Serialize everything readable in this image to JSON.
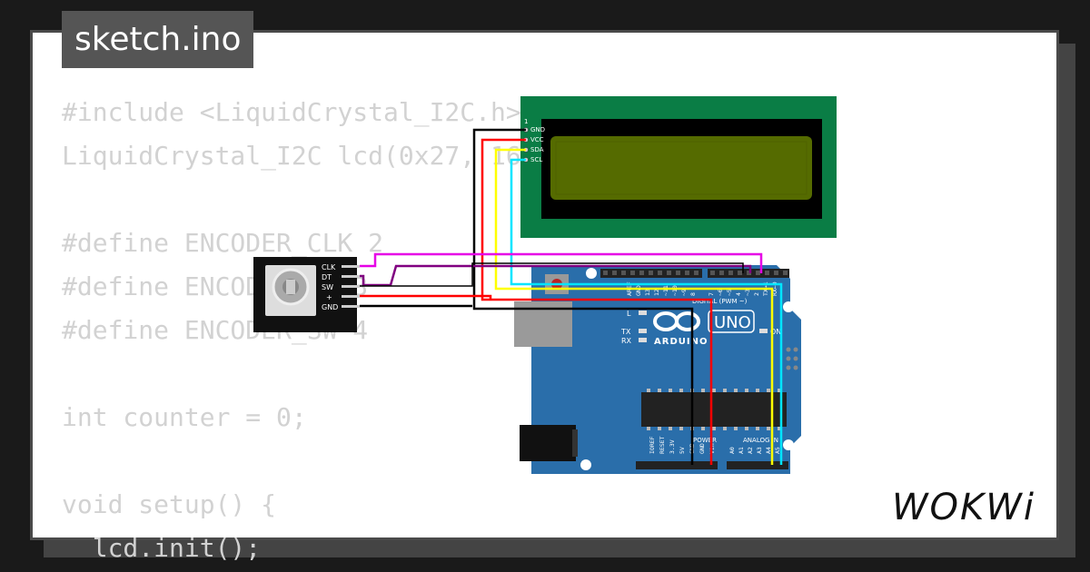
{
  "tab": {
    "filename": "sketch.ino"
  },
  "code_lines": [
    "#include <LiquidCrystal_I2C.h>",
    "LiquidCrystal_I2C lcd(0x27, 16, 2);",
    "",
    "#define ENCODER_CLK 2",
    "#define ENCODER_DT 3",
    "#define ENCODER_SW 4",
    "",
    "int counter = 0;",
    "",
    "void setup() {",
    "  lcd.init();"
  ],
  "lcd": {
    "pins": [
      "1",
      "GND",
      "VCC",
      "SDA",
      "SCL"
    ]
  },
  "encoder": {
    "pins": [
      "CLK",
      "DT",
      "SW",
      "+",
      "GND"
    ]
  },
  "arduino": {
    "brand": "ARDUINO",
    "model": "UNO",
    "digital_label": "DIGITAL (PWM ~)",
    "power_label": "POWER",
    "analog_label": "ANALOG IN",
    "led_labels": {
      "l": "L",
      "tx": "TX",
      "rx": "RX",
      "on": "ON"
    },
    "power_pins": [
      "IOREF",
      "RESET",
      "3.3V",
      "5V",
      "GND",
      "GND",
      "Vin"
    ],
    "analog_pins": [
      "A0",
      "A1",
      "A2",
      "A3",
      "A4",
      "A5"
    ],
    "top_left_pins": [
      "AREF",
      "GND",
      "13",
      "12",
      "~11",
      "~10",
      "~9",
      "8"
    ],
    "top_right_pins": [
      "7",
      "~6",
      "~5",
      "4",
      "~3",
      "2",
      "TX→1",
      "RX←0"
    ]
  },
  "wire_colors": {
    "black": "#000000",
    "red": "#ff0000",
    "yellow": "#ffff00",
    "cyan": "#00e5ff",
    "magenta": "#e600e6",
    "purple": "#800080"
  },
  "brand": {
    "logo": "WOKWi"
  }
}
